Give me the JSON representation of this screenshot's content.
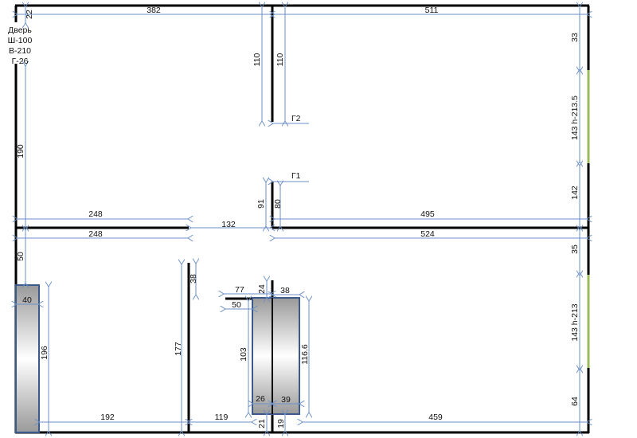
{
  "title": "Floor plan with dimensions",
  "door": {
    "line1": "Дверь",
    "line2": "Ш-100",
    "line3": "В-210",
    "line4": "Г-26"
  },
  "labels": {
    "d22": "22",
    "d382": "382",
    "d511": "511",
    "d110a": "110",
    "d110b": "110",
    "g2": "Г2",
    "g1": "Г1",
    "d190": "190",
    "d33": "33",
    "win1": "143  h-213.5",
    "d142": "142",
    "d248a": "248",
    "d132": "132",
    "d91": "91",
    "d80": "80",
    "d495": "495",
    "d248b": "248",
    "d524": "524",
    "d50a": "50",
    "d38a": "38",
    "d35": "35",
    "d177": "177",
    "d40": "40",
    "d196": "196",
    "d77": "77",
    "d24": "24",
    "d38b": "38",
    "d50b": "50",
    "d103": "103",
    "d1166": "116.6",
    "win2": "143 h-213",
    "d64": "64",
    "d26": "26",
    "d39": "39",
    "d192": "192",
    "d119": "119",
    "d21": "21",
    "d19": "19",
    "d459": "459"
  },
  "colors": {
    "wall": "#000000",
    "window": "#9bbb59",
    "dimension": "#6b8fc4",
    "cabinet_border": "#3a5a8c"
  }
}
